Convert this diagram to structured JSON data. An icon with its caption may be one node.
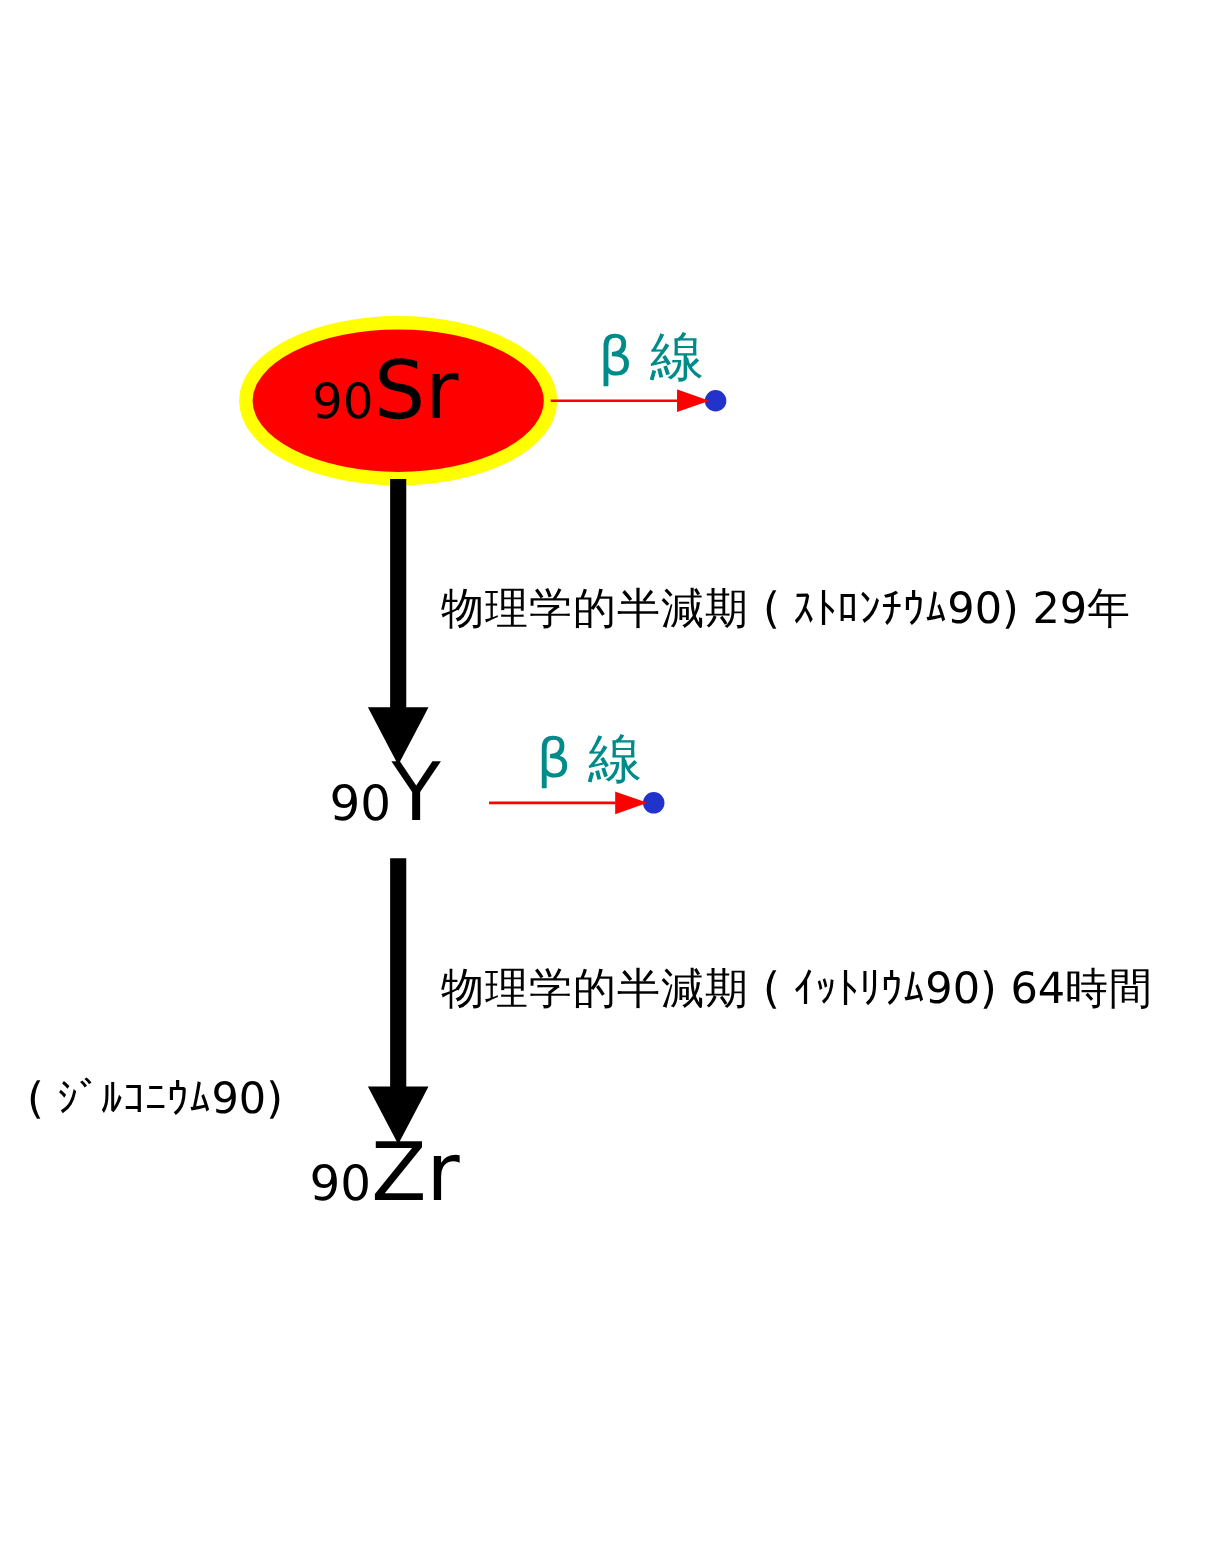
{
  "diagram": {
    "nodes": [
      {
        "text": [
          "$^{90}$Sr"
        ]
      },
      {
        "text": [],
        "shape": "circle",
        "beside": [
          "β 線"
        ]
      },
      {
        "text": [
          "$^{90}$Y"
        ]
      },
      {
        "text": [],
        "shape": "circle",
        "beside": [
          "β 線"
        ]
      },
      {
        "text": [
          "$^{90}$Zr"
        ],
        "beside": [
          "( ｼﾞﾙｺﾆｳﾑ90)"
        ]
      }
    ],
    "edges": [
      {
        "from": 0,
        "to": 1,
        "arrow": "to",
        "color": "#ff0000"
      },
      {
        "from": 0,
        "to": 2,
        "arrow": "to",
        "style": "thick",
        "color": "#000000",
        "label": "物理学的半減期 ( ｽﾄﾛﾝﾁｳﾑ90) 29年"
      },
      {
        "from": 2,
        "to": 3,
        "arrow": "to",
        "color": "#ff0000"
      },
      {
        "from": 2,
        "to": 4,
        "arrow": "to",
        "style": "thick",
        "color": "#000000",
        "label": "物理学的半減期 ( ｲｯﾄﾘｳﾑ90) 64時間"
      }
    ]
  }
}
